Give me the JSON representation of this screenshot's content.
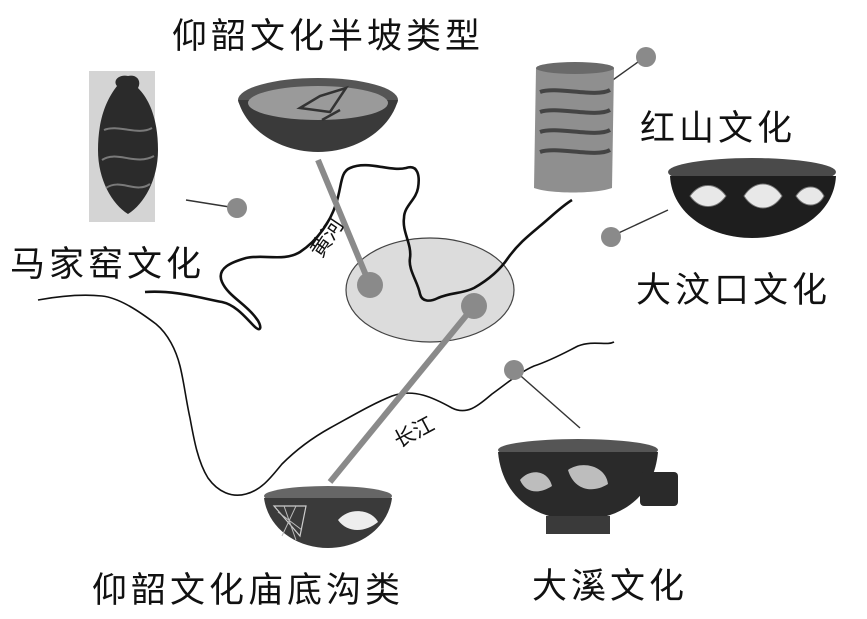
{
  "labels": {
    "yangshao_banpo": "仰韶文化半坡类型",
    "majiayao": "马家窑文化",
    "hongshan": "红山文化",
    "dawenkou": "大汶口文化",
    "yangshao_miaodigou": "仰韶文化庙底沟类",
    "daxi": "大溪文化"
  },
  "rivers": {
    "yellow_river": "黄河",
    "yangtze": "长江"
  },
  "colors": {
    "marker": "#8a8a8a",
    "zone": "#dcdcdc",
    "river": "#111111",
    "pointer": "#8a8a8a"
  }
}
